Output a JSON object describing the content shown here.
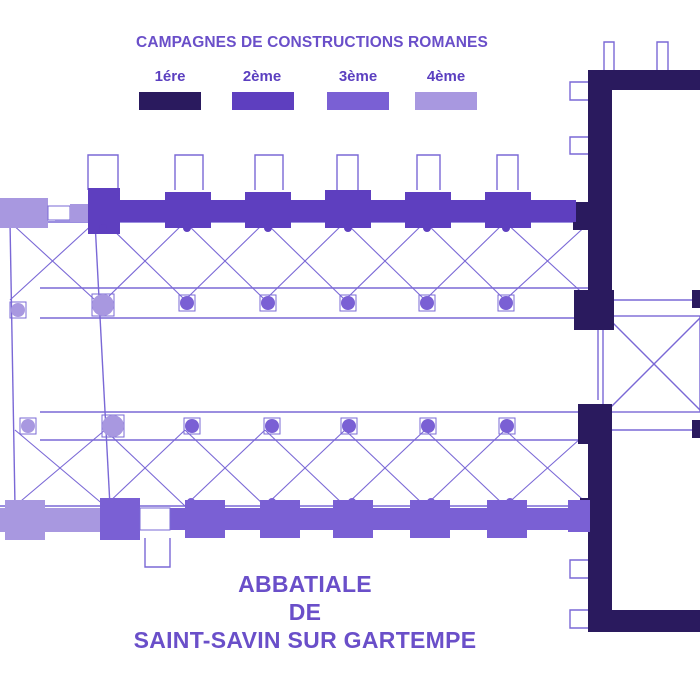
{
  "legend": {
    "title": "CAMPAGNES DE CONSTRUCTIONS ROMANES",
    "items": [
      {
        "label": "1ére",
        "color": "#2a1a5e"
      },
      {
        "label": "2ème",
        "color": "#5e3fbf"
      },
      {
        "label": "3ème",
        "color": "#7a60d4"
      },
      {
        "label": "4ème",
        "color": "#a898e0"
      }
    ]
  },
  "caption": {
    "line1": "ABBATIALE",
    "line2": "DE",
    "line3": "SAINT-SAVIN SUR GARTEMPE"
  },
  "colors": {
    "outline": "#7a68d6",
    "text": "#6a4fc9"
  }
}
